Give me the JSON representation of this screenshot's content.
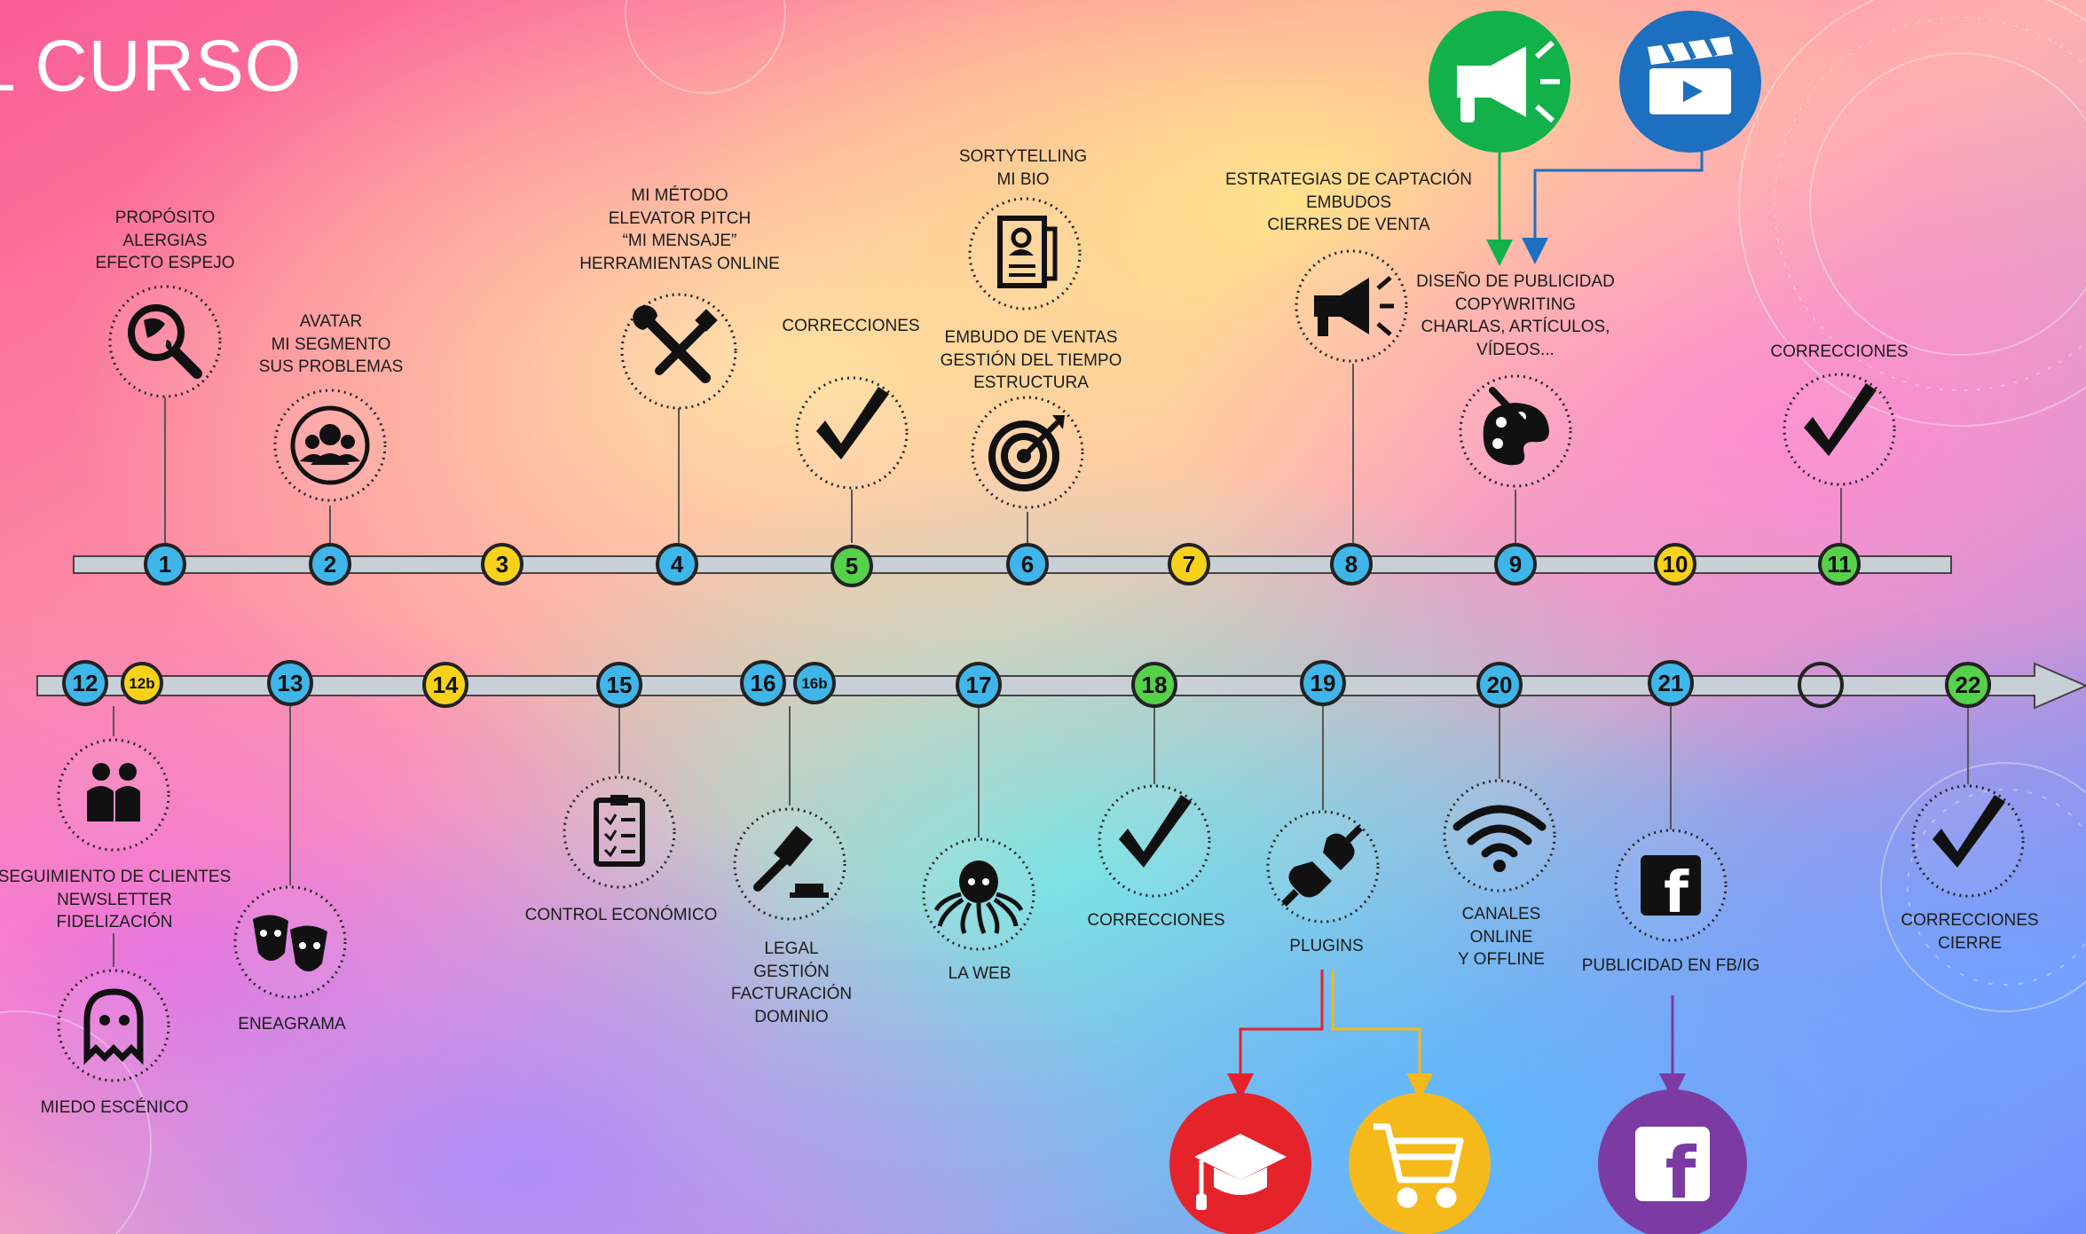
{
  "title": "L CURSO",
  "colors": {
    "blue": "#3fb6ea",
    "yellow": "#f8d11b",
    "green": "#56d14a",
    "icon_green": "#12b14a",
    "icon_blue": "#1d6fbf",
    "icon_red": "#e4232a",
    "icon_yellow": "#f5b91a",
    "icon_purple": "#7b3ba3",
    "bar_fill": "#c9cfd6"
  },
  "nodes": [
    {
      "label": "1",
      "color": "blue"
    },
    {
      "label": "2",
      "color": "blue"
    },
    {
      "label": "3",
      "color": "yellow"
    },
    {
      "label": "4",
      "color": "blue"
    },
    {
      "label": "5",
      "color": "green"
    },
    {
      "label": "6",
      "color": "blue"
    },
    {
      "label": "7",
      "color": "yellow"
    },
    {
      "label": "8",
      "color": "blue"
    },
    {
      "label": "9",
      "color": "blue"
    },
    {
      "label": "10",
      "color": "yellow"
    },
    {
      "label": "11",
      "color": "green"
    },
    {
      "label": "12",
      "color": "blue"
    },
    {
      "label": "12b",
      "color": "yellow"
    },
    {
      "label": "13",
      "color": "blue"
    },
    {
      "label": "14",
      "color": "yellow"
    },
    {
      "label": "15",
      "color": "blue"
    },
    {
      "label": "16",
      "color": "blue"
    },
    {
      "label": "16b",
      "color": "blue"
    },
    {
      "label": "17",
      "color": "blue"
    },
    {
      "label": "18",
      "color": "green"
    },
    {
      "label": "19",
      "color": "blue"
    },
    {
      "label": "20",
      "color": "blue"
    },
    {
      "label": "21",
      "color": "blue"
    },
    {
      "label": "",
      "color": "none"
    },
    {
      "label": "22",
      "color": "green"
    }
  ],
  "labels": {
    "n1": "PROPÓSITO\nALERGIAS\nEFECTO ESPEJO",
    "n2": "AVATAR\nMI SEGMENTO\nSUS PROBLEMAS",
    "n4": "MI MÉTODO\nELEVATOR PITCH\n“MI MENSAJE”\nHERRAMIENTAS ONLINE",
    "n5": "CORRECCIONES",
    "n6a": "SORTYTELLING\nMI BIO",
    "n6b": "EMBUDO DE VENTAS\nGESTIÓN DEL TIEMPO\nESTRUCTURA",
    "n8": "ESTRATEGIAS DE CAPTACIÓN\nEMBUDOS\nCIERRES DE VENTA",
    "n9": "DISEÑO DE PUBLICIDAD\nCOPYWRITING\nCHARLAS, ARTÍCULOS,\nVÍDEOS...",
    "n11": "CORRECCIONES",
    "n12": "SEGUIMIENTO DE CLIENTES\nNEWSLETTER\nFIDELIZACIÓN",
    "n12b": "MIEDO ESCÉNICO",
    "n13": "ENEAGRAMA",
    "n15": "CONTROL ECONÓMICO",
    "n16": "LEGAL\nGESTIÓN\nFACTURACIÓN\nDOMINIO",
    "n17": "LA WEB",
    "n18": "CORRECCIONES",
    "n19": "PLUGINS",
    "n20": "CANALES\nONLINE\nY OFFLINE",
    "n21": "PUBLICIDAD EN FB/IG",
    "n22": "CORRECCIONES\nCIERRE"
  },
  "icons": {
    "n1": "globe-search-icon",
    "n2": "user-group-icon",
    "n4": "tools-icon",
    "n5": "checkmark-icon",
    "n6a": "resume-icon",
    "n6b": "target-icon",
    "n8": "megaphone-icon",
    "n9": "paint-palette-icon",
    "n11": "checkmark-icon",
    "n12": "couple-icon",
    "n12b": "ghost-icon",
    "n13": "theater-masks-icon",
    "n15": "clipboard-icon",
    "n16": "gavel-icon",
    "n17": "octopus-icon",
    "n18": "checkmark-icon",
    "n19": "plug-icon",
    "n20": "wifi-icon",
    "n21": "facebook-icon",
    "n22": "checkmark-icon",
    "top_green": "megaphone-icon",
    "top_blue": "video-clapper-icon",
    "bottom_red": "graduation-cap-icon",
    "bottom_yellow": "shopping-cart-icon",
    "bottom_purple": "facebook-icon"
  }
}
